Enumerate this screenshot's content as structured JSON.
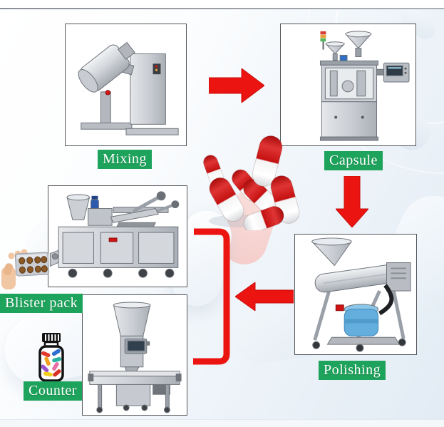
{
  "diagram": {
    "type": "process-flow",
    "subject": "capsule production line",
    "stations": [
      {
        "id": "mixing",
        "label": "Mixing"
      },
      {
        "id": "capsule",
        "label": "Capsule"
      },
      {
        "id": "polishing",
        "label": "Polishing"
      },
      {
        "id": "blister-pack",
        "label": "Blister pack"
      },
      {
        "id": "counter",
        "label": "Counter"
      }
    ],
    "flow_order": [
      "mixing",
      "capsule",
      "polishing",
      "blister-pack / counter"
    ],
    "connectors": [
      {
        "id": "arrow-right",
        "from": "mixing",
        "to": "capsule",
        "shape": "right-arrow"
      },
      {
        "id": "arrow-down",
        "from": "capsule",
        "to": "polishing",
        "shape": "down-arrow"
      },
      {
        "id": "arrow-left",
        "from": "polishing",
        "to": "bracket",
        "shape": "left-arrow"
      },
      {
        "id": "bracket",
        "from": "arrow-left",
        "to": "blister-pack / counter",
        "shape": "square-bracket"
      }
    ],
    "icons": [
      "mixing-machine-icon",
      "capsule-filling-machine-icon",
      "polishing-machine-icon",
      "blister-packing-machine-icon",
      "capsule-counter-machine-icon",
      "capsule-cluster-icon",
      "hand-blister-pack-icon",
      "pill-bottle-icon",
      "arrow-right-icon",
      "arrow-down-icon",
      "arrow-left-icon",
      "bracket-connector-icon"
    ],
    "colors": {
      "label_bg": "#1ea35c",
      "label_text": "#ffffff",
      "arrow_red": "#ec1410",
      "frame_border": "#54565a",
      "frame_bg": "#ffffff",
      "capsule_red": "#c41111",
      "capsule_white": "#fbfbfb",
      "background_tint": "#e2ebf4"
    }
  }
}
